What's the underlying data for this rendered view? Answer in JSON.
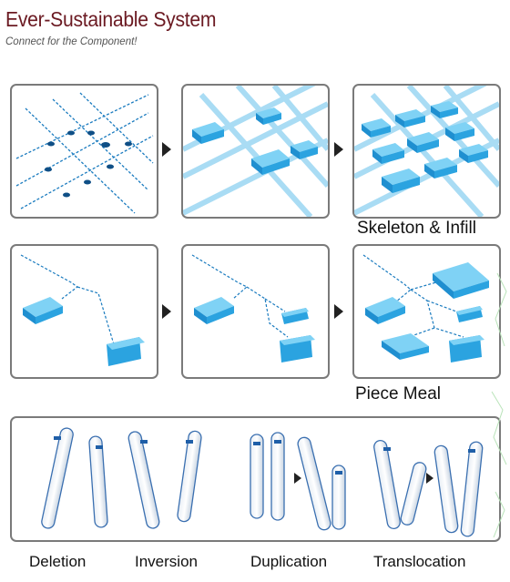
{
  "header": {
    "title": "Ever-Sustainable System",
    "subtitle": "Connect for the Component!"
  },
  "rows": [
    {
      "caption": "Skeleton & Infill"
    },
    {
      "caption": "Piece Meal"
    }
  ],
  "mutations": {
    "labels": [
      "Deletion",
      "Inversion",
      "Duplication",
      "Translocation"
    ]
  },
  "colors": {
    "title": "#6b1a22",
    "block_top": "#5ec3ef",
    "block_side": "#1f8fd0",
    "grid_line": "#a9dcf4",
    "node_dot": "#0f4f86",
    "gene_red": "#e0302a"
  }
}
